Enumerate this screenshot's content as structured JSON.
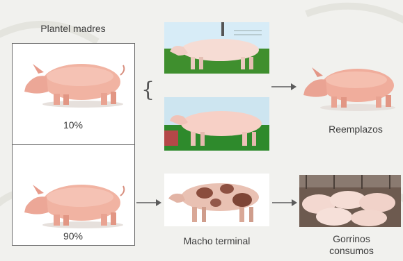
{
  "labels": {
    "sow_group_title": "Plantel madres",
    "pct_top": "10%",
    "pct_bottom": "90%",
    "replacements": "Reemplazos",
    "terminal_boar": "Macho terminal",
    "piglets_line1": "Gorrinos",
    "piglets_line2": "consumos"
  },
  "icons": {
    "brace": "{"
  },
  "colors": {
    "background": "#f1f1ee",
    "pig_pink": "#f2b8a8",
    "grass_green": "#3e8d2c",
    "sky_blue": "#cfe6f3",
    "arrow_gray": "#5b5b5b"
  }
}
